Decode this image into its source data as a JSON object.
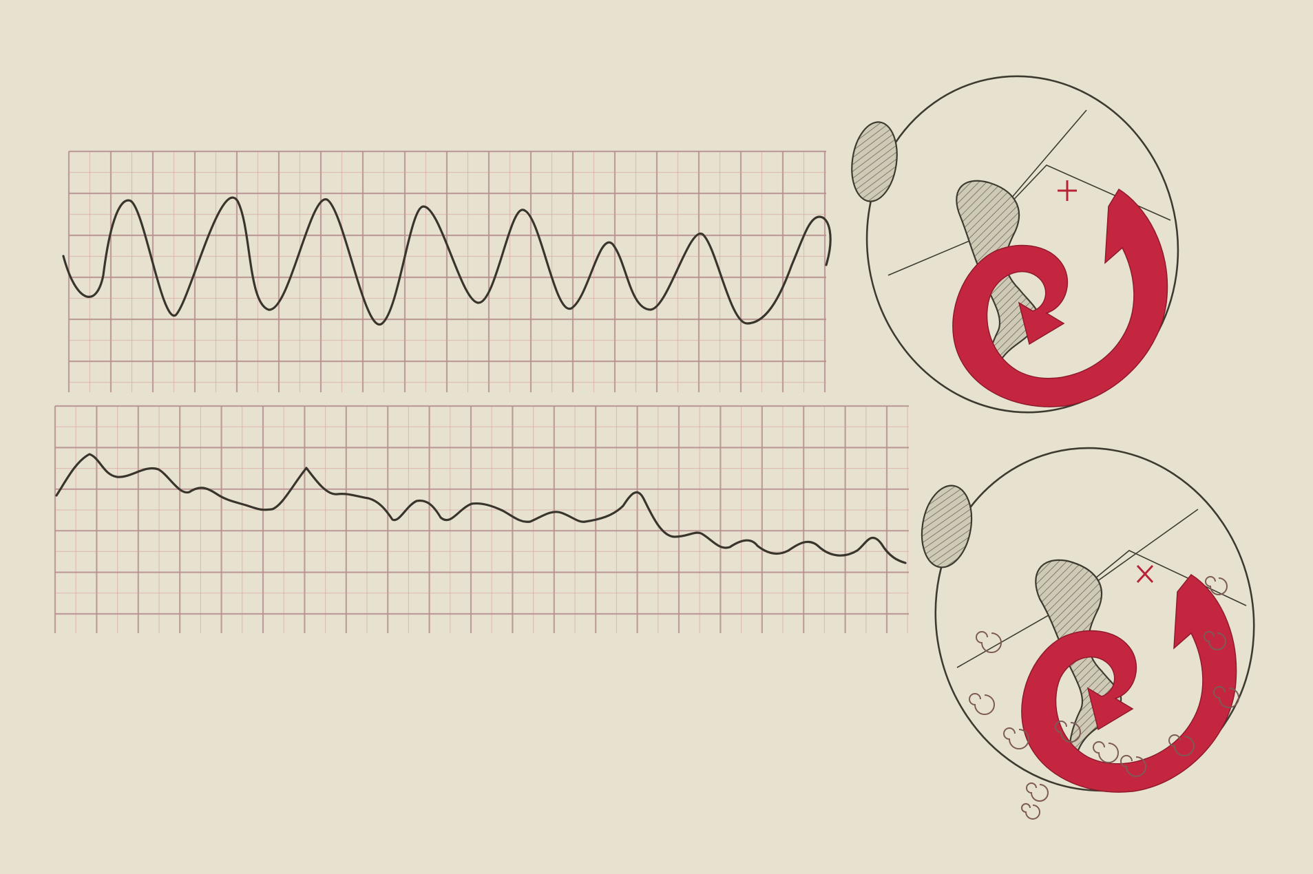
{
  "figure": {
    "traces": [
      {
        "id": "upper-trace",
        "pattern": "sinusoidal"
      },
      {
        "id": "lower-trace",
        "pattern": "irregular"
      }
    ],
    "colors": {
      "background": "#e6e2cf",
      "grid": "#c98a8a",
      "trace": "#3a352c",
      "arrow": "#c5263f"
    },
    "icons": [
      "heart-diagram",
      "reentry-arrow-icon",
      "plus-sign-icon"
    ]
  }
}
